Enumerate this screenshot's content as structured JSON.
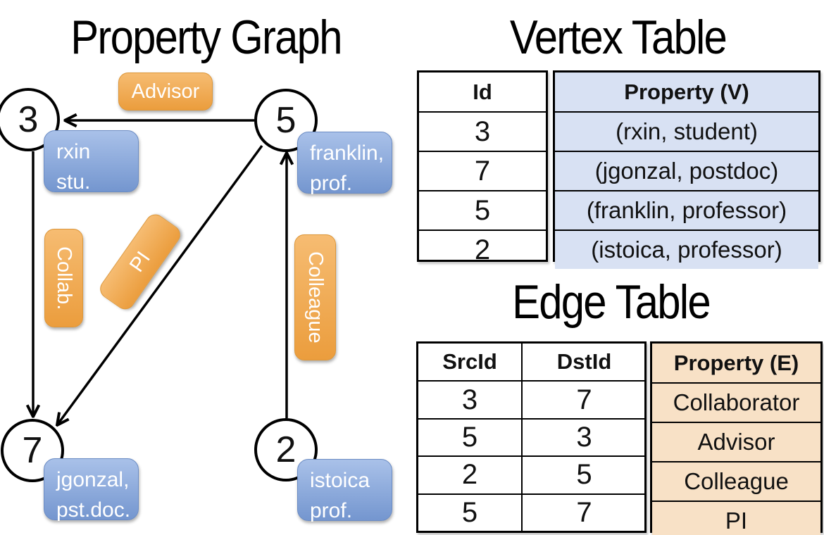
{
  "graph": {
    "title": "Property Graph",
    "vertices": {
      "v3": {
        "id": "3",
        "line1": "rxin",
        "line2": "stu."
      },
      "v5": {
        "id": "5",
        "line1": "franklin,",
        "line2": "prof."
      },
      "v7": {
        "id": "7",
        "line1": "jgonzal,",
        "line2": "pst.doc."
      },
      "v2": {
        "id": "2",
        "line1": "istoica",
        "line2": "prof."
      }
    },
    "edge_pills": {
      "advisor": "Advisor",
      "collab": "Collab.",
      "pi": "PI",
      "colleague": "Colleague"
    }
  },
  "vertex_table": {
    "title": "Vertex Table",
    "id_header": "Id",
    "property_header": "Property (V)",
    "rows": [
      {
        "id": "3",
        "property": "(rxin, student)"
      },
      {
        "id": "7",
        "property": "(jgonzal, postdoc)"
      },
      {
        "id": "5",
        "property": "(franklin, professor)"
      },
      {
        "id": "2",
        "property": "(istoica, professor)"
      }
    ]
  },
  "edge_table": {
    "title": "Edge Table",
    "src_header": "SrcId",
    "dst_header": "DstId",
    "property_header": "Property (E)",
    "rows": [
      {
        "src": "3",
        "dst": "7",
        "property": "Collaborator"
      },
      {
        "src": "5",
        "dst": "3",
        "property": "Advisor"
      },
      {
        "src": "2",
        "dst": "5",
        "property": "Colleague"
      },
      {
        "src": "5",
        "dst": "7",
        "property": "PI"
      }
    ]
  },
  "colors": {
    "edge_pill_top": "#F6BC72",
    "edge_pill_bottom": "#EB9D3D",
    "vertex_box_top": "#A9C1E9",
    "vertex_box_bottom": "#7496CF",
    "vertex_table_fill": "#D8E1F3",
    "edge_table_fill": "#F8E1C6",
    "line": "#000000"
  }
}
